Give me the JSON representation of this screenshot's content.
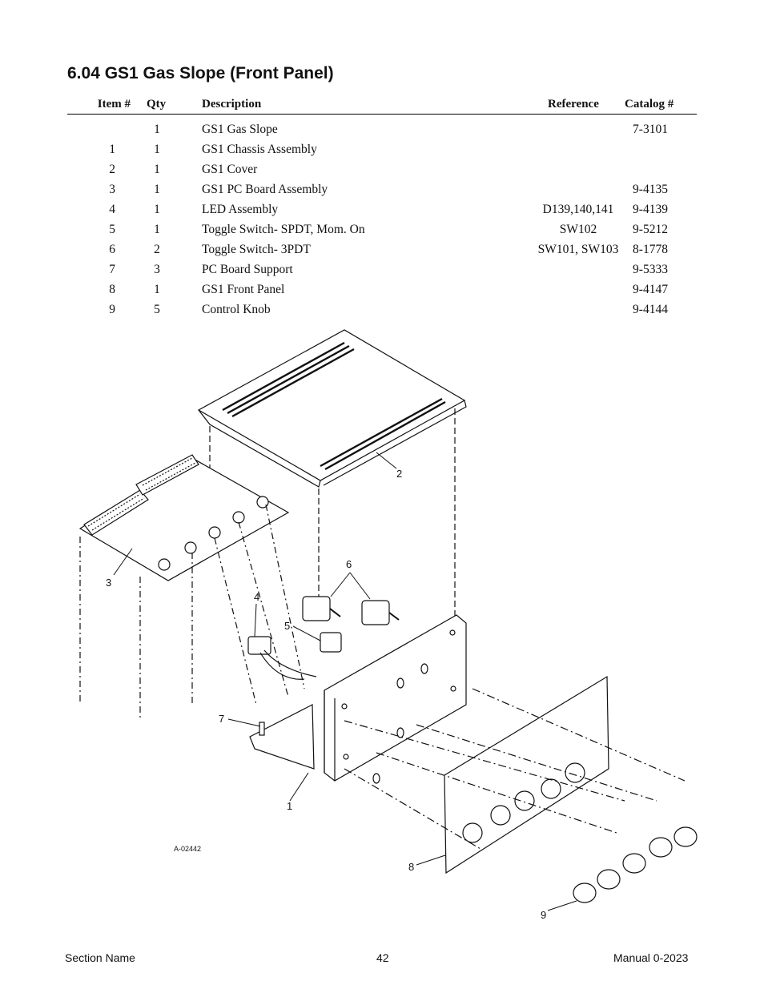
{
  "heading": "6.04  GS1 Gas Slope (Front Panel)",
  "table": {
    "headers": {
      "item": "Item #",
      "qty": "Qty",
      "description": "Description",
      "reference": "Reference",
      "catalog": "Catalog #"
    },
    "rows": [
      {
        "item": "",
        "qty": "1",
        "description": "GS1 Gas Slope",
        "reference": "",
        "catalog": "7-3101"
      },
      {
        "item": "1",
        "qty": "1",
        "description": "GS1 Chassis  Assembly",
        "reference": "",
        "catalog": ""
      },
      {
        "item": "2",
        "qty": "1",
        "description": "GS1 Cover",
        "reference": "",
        "catalog": ""
      },
      {
        "item": "3",
        "qty": "1",
        "description": "GS1 PC Board Assembly",
        "reference": "",
        "catalog": "9-4135"
      },
      {
        "item": "4",
        "qty": "1",
        "description": "LED Assembly",
        "reference": "D139,140,141",
        "catalog": "9-4139"
      },
      {
        "item": "5",
        "qty": "1",
        "description": "Toggle Switch- SPDT, Mom. On",
        "reference": "SW102",
        "catalog": "9-5212"
      },
      {
        "item": "6",
        "qty": "2",
        "description": "Toggle Switch- 3PDT",
        "reference": "SW101, SW103",
        "catalog": "8-1778"
      },
      {
        "item": "7",
        "qty": "3",
        "description": "PC Board Support",
        "reference": "",
        "catalog": "9-5333"
      },
      {
        "item": "8",
        "qty": "1",
        "description": "GS1 Front Panel",
        "reference": "",
        "catalog": "9-4147"
      },
      {
        "item": "9",
        "qty": "5",
        "description": "Control Knob",
        "reference": "",
        "catalog": "9-4144"
      }
    ]
  },
  "drawing": {
    "callouts": {
      "c1": "1",
      "c2": "2",
      "c3": "3",
      "c4": "4",
      "c5": "5",
      "c6": "6",
      "c7": "7",
      "c8": "8",
      "c9": "9"
    },
    "drawing_number": "A-02442"
  },
  "footer": {
    "section": "Section Name",
    "page": "42",
    "manual": "Manual 0-2023"
  }
}
